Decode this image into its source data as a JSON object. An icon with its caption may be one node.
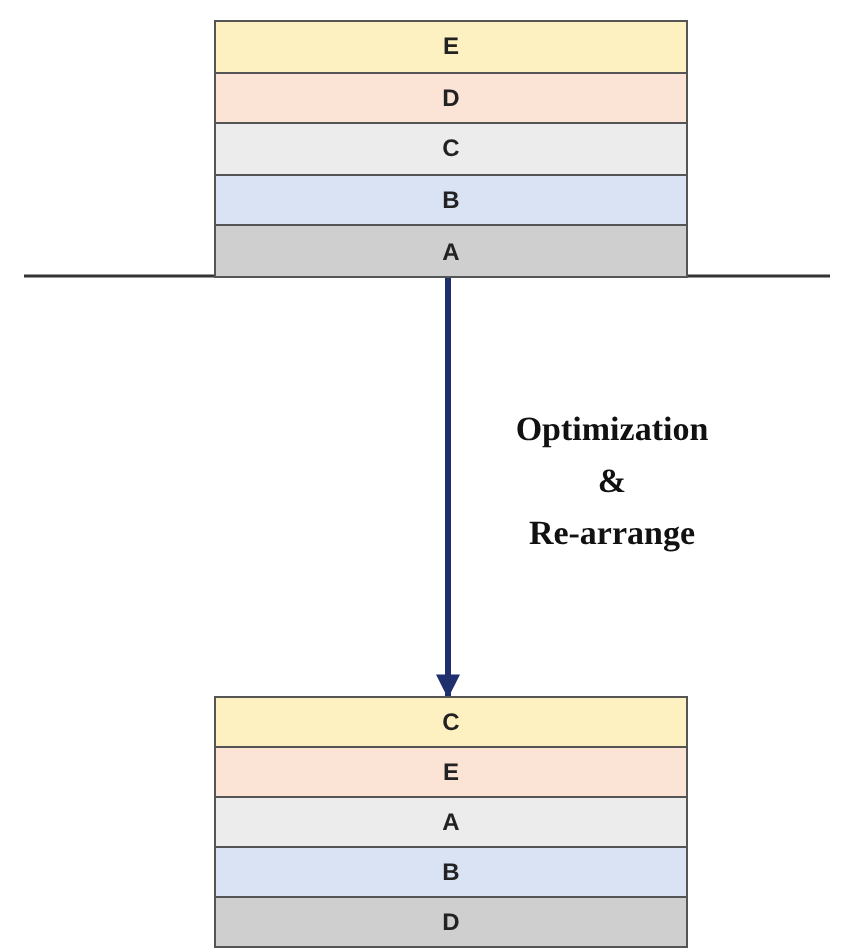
{
  "diagram": {
    "nodes": [
      {
        "text": [
          "E"
        ]
      },
      {
        "text": [
          "D"
        ]
      },
      {
        "text": [
          "C"
        ]
      },
      {
        "text": [
          "B"
        ]
      },
      {
        "text": [
          "A"
        ]
      },
      {
        "text": [
          "C"
        ]
      },
      {
        "text": [
          "E"
        ]
      },
      {
        "text": [
          "A"
        ]
      },
      {
        "text": [
          "B"
        ]
      },
      {
        "text": [
          "D"
        ]
      }
    ],
    "edges": [
      {
        "from": 4,
        "to": 5,
        "arrow": "to",
        "label": "Optimization & Re-arrange"
      }
    ]
  }
}
